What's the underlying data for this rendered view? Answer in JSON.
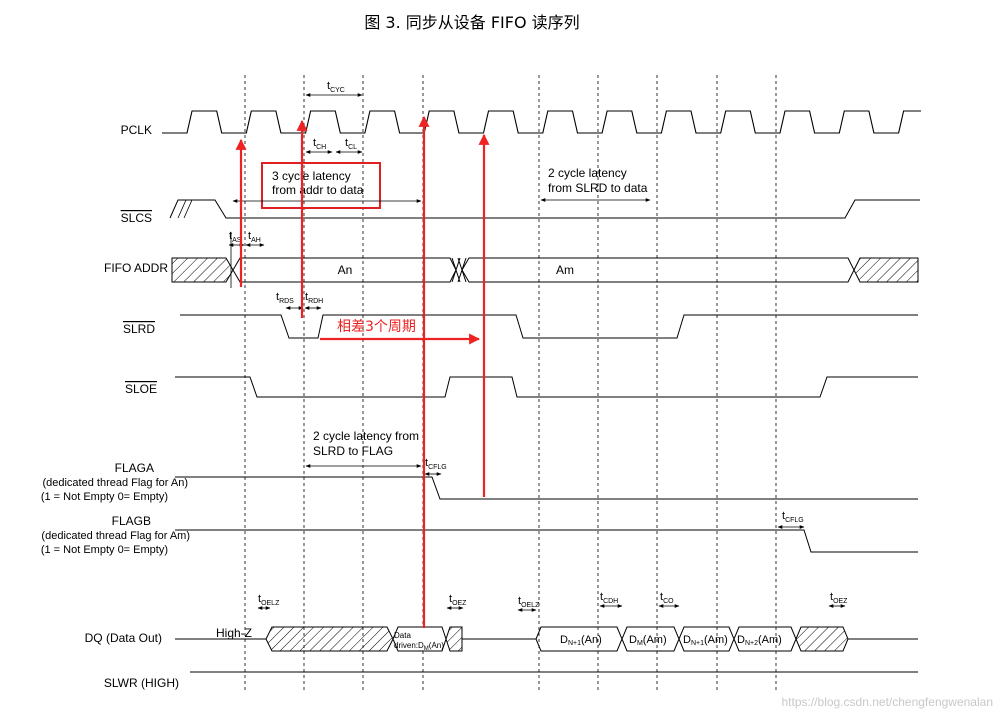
{
  "figure_title": "图 3. 同步从设备 FIFO 读序列",
  "watermark": "https://blog.csdn.net/chengfengwenalan",
  "colors": {
    "line": "#000000",
    "annotation": "#ee2222",
    "box": "#e02020",
    "hatch": "#000000"
  },
  "signals": {
    "pclk": "PCLK",
    "slcs": "SLCS",
    "fifo_addr": "FIFO ADDR",
    "slrd": "SLRD",
    "sloe": "SLOE",
    "flaga": "FLAGA",
    "flaga_desc1": "(dedicated thread Flag for An)",
    "flaga_desc2": "(1 = Not Empty 0= Empty)",
    "flagb": "FLAGB",
    "flagb_desc1": "(dedicated thread Flag for Am)",
    "flagb_desc2": "(1 = Not Empty 0= Empty)",
    "dq": "DQ (Data Out)",
    "slwr": "SLWR (HIGH)"
  },
  "timing": {
    "tcyc_t": "t",
    "tcyc_s": "CYC",
    "tch_t": "t",
    "tch_s": "CH",
    "tcl_t": "t",
    "tcl_s": "CL",
    "tas_t": "t",
    "tas_s": "AS",
    "tah_t": "t",
    "tah_s": "AH",
    "trds_t": "t",
    "trds_s": "RDS",
    "trdh_t": "t",
    "trdh_s": "RDH",
    "tcflg1_t": "t",
    "tcflg1_s": "CFLG",
    "tcflg2_t": "t",
    "tcflg2_s": "CFLG",
    "toelz1_t": "t",
    "toelz1_s": "OELZ",
    "toez1_t": "t",
    "toez1_s": "OEZ",
    "toelz2_t": "t",
    "toelz2_s": "OELZ",
    "tcdh_t": "t",
    "tcdh_s": "CDH",
    "tco_t": "t",
    "tco_s": "CO",
    "toez2_t": "t",
    "toez2_s": "OEZ"
  },
  "annotations": {
    "latency3_line1": "3 cycle latency",
    "latency3_line2": "from addr to data",
    "latency2_line1": "2 cycle latency",
    "latency2_line2": "from SLRD to data",
    "latency_flag_line1": "2 cycle latency from",
    "latency_flag_line2": "SLRD to FLAG",
    "red_note": "相差3个周期"
  },
  "bus_values": {
    "addr_an": "An",
    "addr_am": "Am",
    "high_z": "High-Z",
    "data_driven_1": "Data",
    "data_driven_2": "driven:D",
    "data_driven_sub": "M",
    "data_driven_3": "(An)",
    "dn1_an_a": "D",
    "dn1_an_s": "N+1",
    "dn1_an_b": "(An)",
    "dm_am_a": "D",
    "dm_am_s": "M",
    "dm_am_b": "(Am)",
    "dn1_am_a": "D",
    "dn1_am_s": "N+1",
    "dn1_am_b": "(Am)",
    "dn2_am_a": "D",
    "dn2_am_s": "N+2",
    "dn2_am_b": "(Am)"
  }
}
